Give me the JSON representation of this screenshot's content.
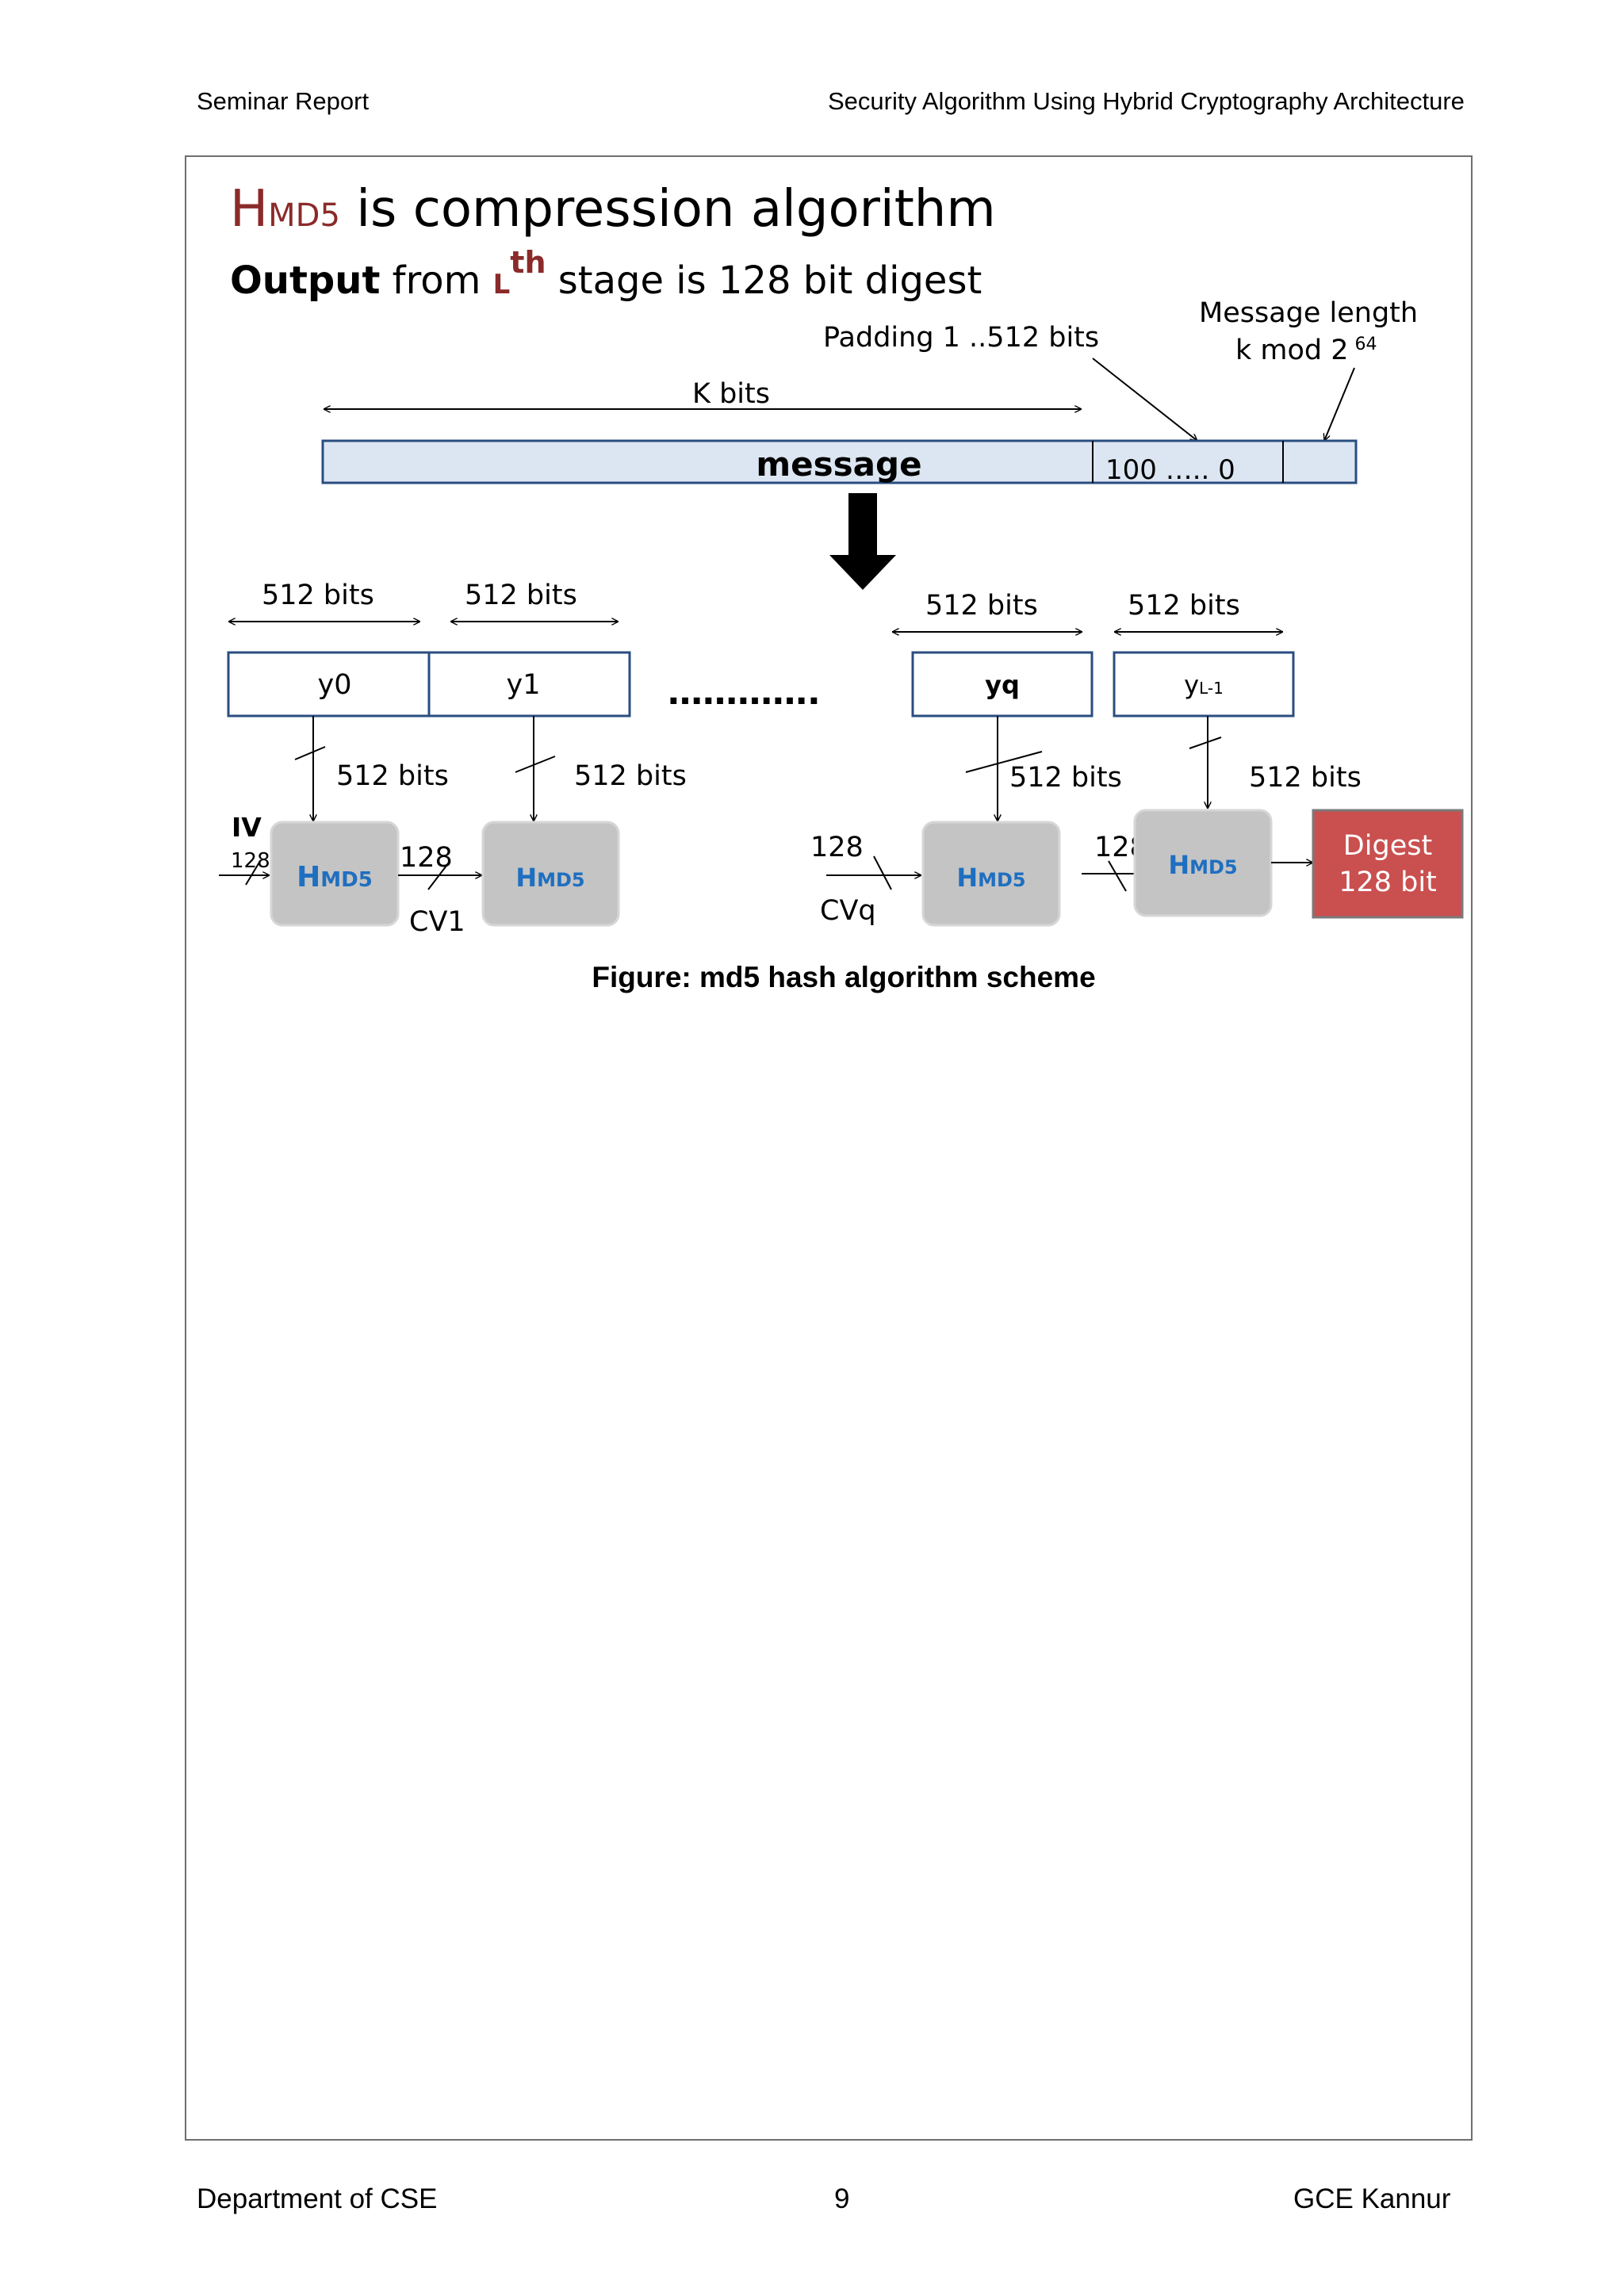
{
  "header": {
    "left": "Seminar Report",
    "right": "Security Algorithm Using Hybrid Cryptography Architecture"
  },
  "figure": {
    "title_main": "H",
    "title_sub": "MD5",
    "title_rest": " is compression algorithm",
    "line2_bold": "Output",
    "line2_from": " from ",
    "line2_L": "L",
    "line2_th": "th",
    "line2_rest": " stage is 128 bit digest",
    "padding_label": "Padding 1 ..512 bits",
    "msglen_label_1": "Message length",
    "msglen_label_2": "k mod 2",
    "msglen_exp": "64",
    "kbits_label": "K bits",
    "message_label": "message",
    "padding_value": "100 ….. 0",
    "bits_512": "512 bits",
    "block_y0": "y0",
    "block_y1": "y1",
    "ellipsis": "………….",
    "block_yq": "yq",
    "block_yL_main": "y",
    "block_yL_sub": "L-1",
    "iv_label": "IV",
    "width_128": "128",
    "h_main": "H",
    "h_sub": "MD5",
    "cv1_label": "CV1",
    "cvq_label": "CVq",
    "digest_line1": "Digest",
    "digest_line2": "128 bit",
    "caption": "Figure: md5 hash algorithm scheme"
  },
  "colors": {
    "title_red": "#8b2a2a",
    "message_fill": "#dce6f2",
    "block_border": "#2a4d80",
    "h_box_fill": "#c4c4c4",
    "h_text_blue": "#1f6fc0",
    "digest_fill": "#c9504f"
  },
  "footer": {
    "left": "Department of CSE",
    "center": "9",
    "right": "GCE Kannur"
  }
}
